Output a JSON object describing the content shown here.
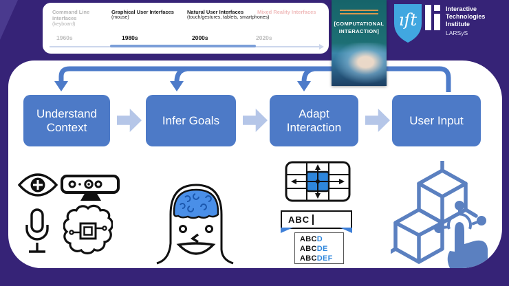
{
  "slide": {
    "topic": "computational interaction adaptation loop"
  },
  "timeline": {
    "eras": [
      {
        "title": "Command Line Interfaces",
        "subtitle": "(keyboard)",
        "year": "1960s",
        "emphasis": "past"
      },
      {
        "title": "Graphical User Interfaces",
        "subtitle": "(mouse)",
        "year": "1980s",
        "emphasis": "bold"
      },
      {
        "title": "Natural User Interfaces",
        "subtitle": "(touch/gestures, tablets, smartphones)",
        "year": "2000s",
        "emphasis": "bold"
      },
      {
        "title": "Mixed Reality Interfaces",
        "subtitle": "",
        "year": "2020s",
        "emphasis": "future"
      }
    ]
  },
  "logos": {
    "book": {
      "title_line1": "[COMPUTATIONAL",
      "title_line2": "INTERACTION]"
    },
    "ist": {
      "text": "ıſt"
    },
    "iti": {
      "line1": "Interactive",
      "line2": "Technologies Institute",
      "line3": "LARSyS"
    }
  },
  "flow": {
    "steps": [
      {
        "label": "Understand Context"
      },
      {
        "label": "Infer Goals"
      },
      {
        "label": "Adapt Interaction"
      },
      {
        "label": "User Input"
      }
    ]
  },
  "adapt": {
    "input_value": "ABC",
    "suggestions": [
      {
        "base": "ABC",
        "completion": "D"
      },
      {
        "base": "ABC",
        "completion": "DE"
      },
      {
        "base": "ABC",
        "completion": "DEF"
      }
    ]
  },
  "icons": {
    "understand_context": [
      "eye-tracking-icon",
      "depth-camera-icon",
      "microphone-icon",
      "ai-brain-chip-icon"
    ],
    "infer_goals": [
      "head-with-brain-icon"
    ],
    "adapt_interaction": [
      "adaptive-grid-icon",
      "autocomplete-icon"
    ],
    "user_input": [
      "3d-cubes-touch-icon"
    ]
  },
  "colors": {
    "background": "#362377",
    "panel": "#ffffff",
    "flow_box_blue": "#4d7ac7",
    "flow_chevron": "#b5c6e8",
    "loop_arrow": "#4d7bc9",
    "highlight_blue": "#2e86dc",
    "brain_blue": "#4a8fe8",
    "cubes_blue": "#5b80c0",
    "timeline_segment": "#7b9ed8",
    "ist_shield": "#41a7e0",
    "book_teal": "#16646a",
    "muted_gray": "#b5b5b5",
    "future_pink": "#f0bcbc"
  }
}
